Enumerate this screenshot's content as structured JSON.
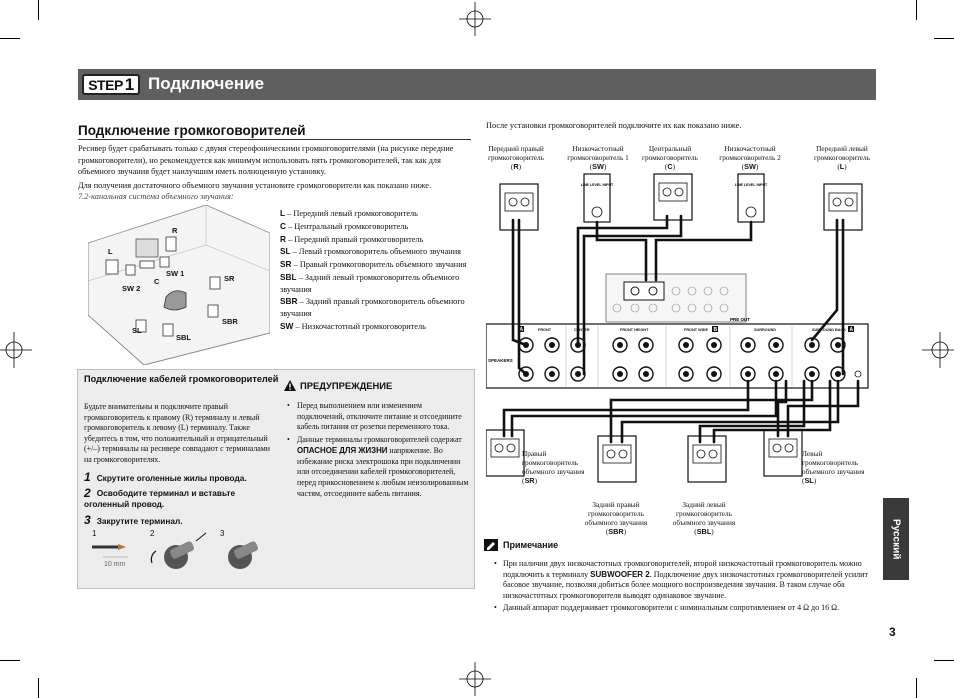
{
  "header": {
    "step_word": "STEP",
    "step_number": "1",
    "title": "Подключение"
  },
  "section_title": "Подключение громкоговорителей",
  "intro_text": "Ресивер будет срабатывать только с двумя стереофоническими громкоговорителями (на рисунке передние громкоговорители), но рекомендуется как минимум использовать пять громкоговорителей, так как для объемного звучания будет наилучшим иметь полноценную установку.",
  "surround_text": "Для получения достаточного объемного звучания установите громкоговорители как показано ниже.",
  "system_label": "7.2-канальная система объемного звучания:",
  "room_labels": {
    "L": "L",
    "R": "R",
    "C": "C",
    "SW1": "SW 1",
    "SW2": "SW 2",
    "SL": "SL",
    "SR": "SR",
    "SBL": "SBL",
    "SBR": "SBR"
  },
  "legend": [
    {
      "code": "L",
      "text": " – Передний левый громкоговоритель"
    },
    {
      "code": "C",
      "text": " – Центральный громкоговоритель"
    },
    {
      "code": "R",
      "text": " – Передний правый громкоговоритель"
    },
    {
      "code": "SL",
      "text": " – Левый громкоговоритель объемного звучания"
    },
    {
      "code": "SR",
      "text": " – Правый громкоговоритель объемного звучания"
    },
    {
      "code": "SBL",
      "text": " – Задний левый громкоговоритель объемного звучания"
    },
    {
      "code": "SBR",
      "text": " – Задний правый громкоговоритель объемного звучания"
    },
    {
      "code": "SW",
      "text": " – Низкочастотный громкоговоритель"
    }
  ],
  "cables": {
    "title": "Подключение кабелей громкоговорителей",
    "body": "Будьте внимательны и подключите правый громкоговоритель к правому (R) терминалу и левый громкоговоритель к левому (L) терминалу. Также убедитесь в том, что положительный и отрицательный (+/–) терминалы на ресивере совпадают с терминалами на громкоговорителях.",
    "steps": [
      {
        "num": "1",
        "text": "Скрутите оголенные жилы провода."
      },
      {
        "num": "2",
        "text": "Освободите терминал и вставьте оголенный провод."
      },
      {
        "num": "3",
        "text": "Закрутите терминал."
      }
    ],
    "fig_numbers": [
      "1",
      "2",
      "3"
    ],
    "fig_measure": "10 mm"
  },
  "warning": {
    "title": "ПРЕДУПРЕЖДЕНИЕ",
    "items": [
      {
        "pre": "Перед выполнением или изменением подключений, отключите питание и отсоедините кабель питания от розетки переменного тока.",
        "bold": "",
        "post": ""
      },
      {
        "pre": "Данные терминалы громкоговорителей содержат ",
        "bold": "ОПАСНОЕ ДЛЯ ЖИЗНИ",
        "post": " напряжение. Во избежание риска электрошока при подключении или отсоединении кабелей громкоговорителей, перед прикосновением к любым неизолированным частям, отсоедините кабель питания."
      }
    ]
  },
  "right_intro": "После установки громкоговорителей подключите их как показано ниже.",
  "top_speakers": [
    {
      "line1": "Передний правый",
      "line2": "громкоговоритель",
      "code": "R"
    },
    {
      "line1": "Низкочастотный",
      "line2": "громкоговоритель 1",
      "code": "SW"
    },
    {
      "line1": "Центральный",
      "line2": "громкоговоритель",
      "code": "C"
    },
    {
      "line1": "Низкочастотный",
      "line2": "громкоговоритель 2",
      "code": "SW"
    },
    {
      "line1": "Передний левый",
      "line2": "громкоговоритель",
      "code": "L"
    }
  ],
  "bottom_speakers": {
    "sr": {
      "l1": "Правый",
      "l2": "громкоговоритель",
      "l3": "объемного звучания",
      "code": "SR"
    },
    "sbr": {
      "l1": "Задний правый",
      "l2": "громкоговоритель",
      "l3": "объемного звучания",
      "code": "SBR"
    },
    "sbl": {
      "l1": "Задний левый",
      "l2": "громкоговоритель",
      "l3": "объемного звучания",
      "code": "SBL"
    },
    "sl": {
      "l1": "Левый",
      "l2": "громкоговоритель",
      "l3": "объемного звучания",
      "code": "SL"
    }
  },
  "receiver": {
    "line_level_input": "LINE LEVEL INPUT",
    "pre_out": "PRE OUT",
    "speakers": "SPEAKERS",
    "sections": [
      "FRONT",
      "CENTER",
      "FRONT HEIGHT",
      "FRONT WIDE",
      "SURROUND",
      "SURROUND BACK"
    ],
    "letter_a": "A",
    "letter_b": "B",
    "r": "R",
    "l": "L"
  },
  "note": {
    "title": "Примечание",
    "items": [
      {
        "pre": "При наличии двух низкочастотных громкоговорителей, второй низкочастотный громкоговоритель можно подключить к терминалу ",
        "bold": "SUBWOOFER 2",
        "post": ". Подключение двух низкочастотных громкоговорителей усилит басовое звучание, позволяя добиться более мощного воспроизведения звучания. В таком случае оба низкочастотных громкоговорителя выводят одинаковое звучание."
      },
      {
        "pre": "Данный аппарат поддерживает громкоговорители с номинальным сопротивлением от 4 Ω до 16 Ω.",
        "bold": "",
        "post": ""
      }
    ]
  },
  "language_tab": "Русский",
  "page_number": "3"
}
